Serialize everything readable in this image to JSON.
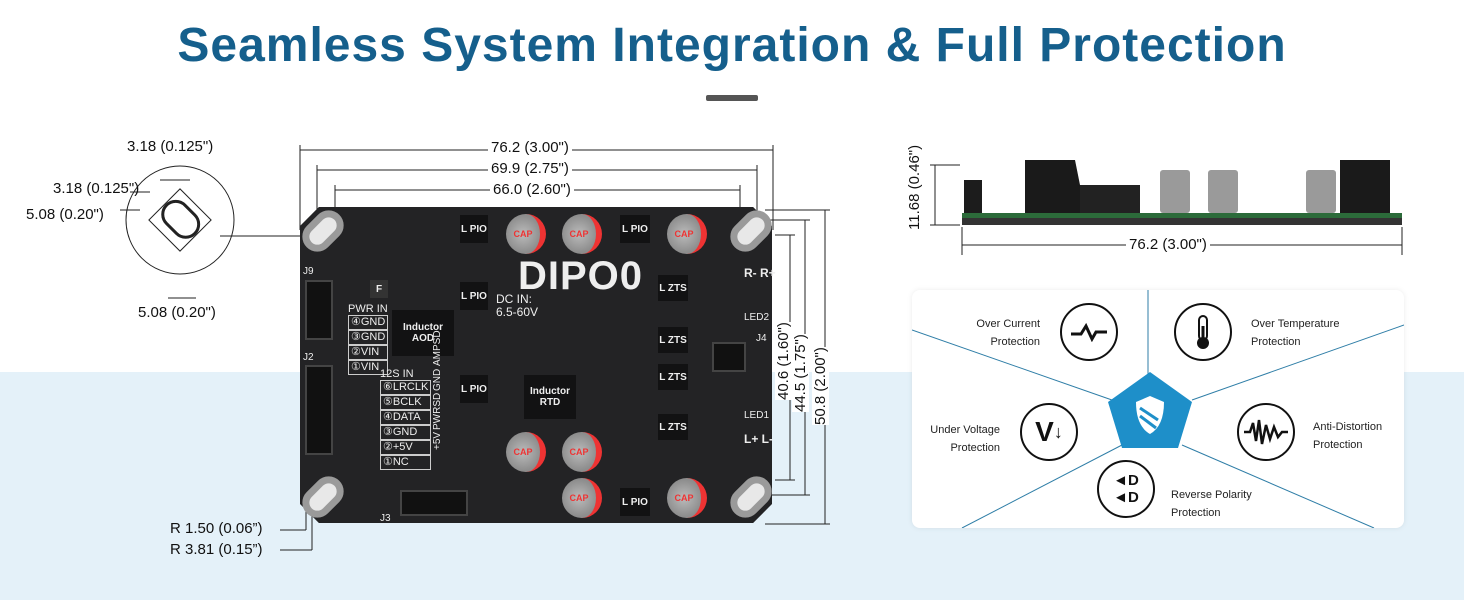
{
  "title": "Seamless System Integration & Full Protection",
  "dimensions": {
    "left_slot_width_1": "3.18 (0.125\")",
    "left_slot_width_2": "3.18 (0.125\")",
    "left_slot_height": "5.08 (0.20\")",
    "left_slot_bottom": "5.08 (0.20\")",
    "radius_inner": "R 1.50 (0.06”)",
    "radius_outer": "R 3.81 (0.15”)",
    "top_overall": "76.2 (3.00\")",
    "top_mid": "69.9 (2.75\")",
    "top_inner": "66.0 (2.60\")",
    "right_inner": "40.6 (1.60\")",
    "right_mid": "44.5 (1.75\")",
    "right_overall": "50.8 (2.00\")",
    "side_height": "11.68 (0.46\")",
    "side_length": "76.2 (3.00\")"
  },
  "board": {
    "name": "DIPO0",
    "dc_in": "DC IN:",
    "dc_range": "6.5-60V",
    "inductor_aod": "Inductor AOD",
    "inductor_rtd": "Inductor RTD",
    "pwr_in_title": "PWR IN",
    "pwr_in": [
      "④GND",
      "③GND",
      "②VIN",
      "①VIN"
    ],
    "i2s_title": "12S IN",
    "i2s": [
      "⑥LRCLK",
      "⑤BCLK",
      "④DATA",
      "③GND",
      "②+5V",
      "①NC"
    ],
    "aux": [
      "AMPSD",
      "GND",
      "PWRSD",
      "+5V"
    ],
    "lpio": "L PIO",
    "lzts": "L ZTS",
    "cap": "CAP",
    "fuse": "F",
    "labels": {
      "j9": "J9",
      "j2": "J2",
      "j3": "J3",
      "j4": "J4",
      "led1": "LED1",
      "led2": "LED2",
      "r_out": "R- R+",
      "l_out": "L+ L-"
    }
  },
  "protection": {
    "items": [
      {
        "l1": "Over Current",
        "l2": "Protection",
        "icon": "waveform-spike-icon"
      },
      {
        "l1": "Over Temperature",
        "l2": "Protection",
        "icon": "thermometer-icon"
      },
      {
        "l1": "Under Voltage",
        "l2": "Protection",
        "icon": "voltage-down-icon"
      },
      {
        "l1": "Anti-Distortion",
        "l2": "Protection",
        "icon": "distortion-wave-icon"
      },
      {
        "l1": "Reverse Polarity",
        "l2": "Protection",
        "icon": "plug-polarity-icon"
      }
    ],
    "center_icon": "shield-icon",
    "accent": "#1e8fc9"
  }
}
